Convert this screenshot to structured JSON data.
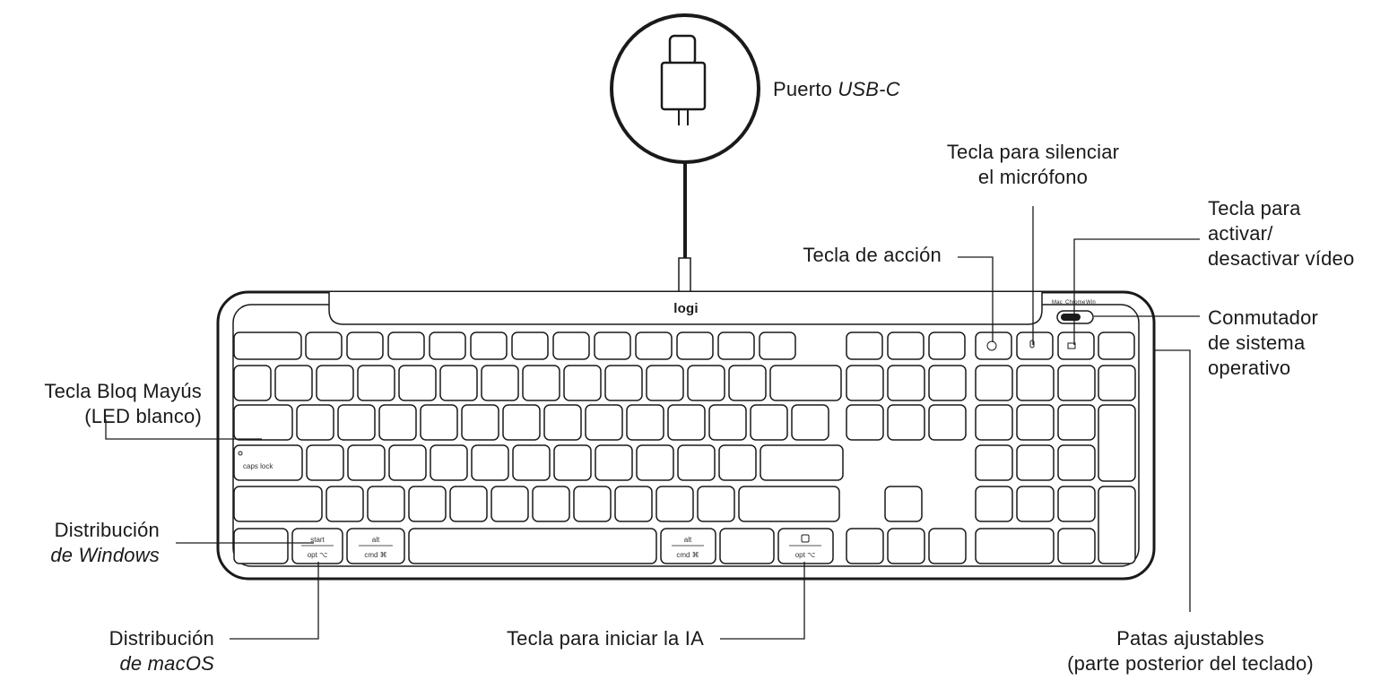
{
  "brand_logo": "logi",
  "os_switch_labels": [
    "Mac",
    "Chrome",
    "Win"
  ],
  "key_legends": {
    "caps_lock": "caps lock",
    "start": "start",
    "opt": "opt ⌥",
    "alt": "alt",
    "cmd": "cmd ⌘"
  },
  "callouts": {
    "usb_port": {
      "prefix": "Puerto ",
      "italic": "USB-C"
    },
    "mic_mute": {
      "line1": "Tecla para silenciar",
      "line2": "el micrófono"
    },
    "action_key": "Tecla de acción",
    "video_toggle": {
      "line1": "Tecla para",
      "line2": "activar/",
      "line3": "desactivar vídeo"
    },
    "os_switch": {
      "line1": "Conmutador",
      "line2": "de sistema",
      "line3": "operativo"
    },
    "caps_lock": {
      "line1": "Tecla Bloq Mayús",
      "line2": "(LED blanco)"
    },
    "windows_layout": {
      "line1": "Distribución",
      "line2": "de Windows"
    },
    "macos_layout": {
      "line1": "Distribución",
      "line2": "de macOS"
    },
    "ai_key": "Tecla para iniciar la IA",
    "feet": {
      "line1": "Patas ajustables",
      "line2": "(parte posterior del teclado)"
    }
  }
}
